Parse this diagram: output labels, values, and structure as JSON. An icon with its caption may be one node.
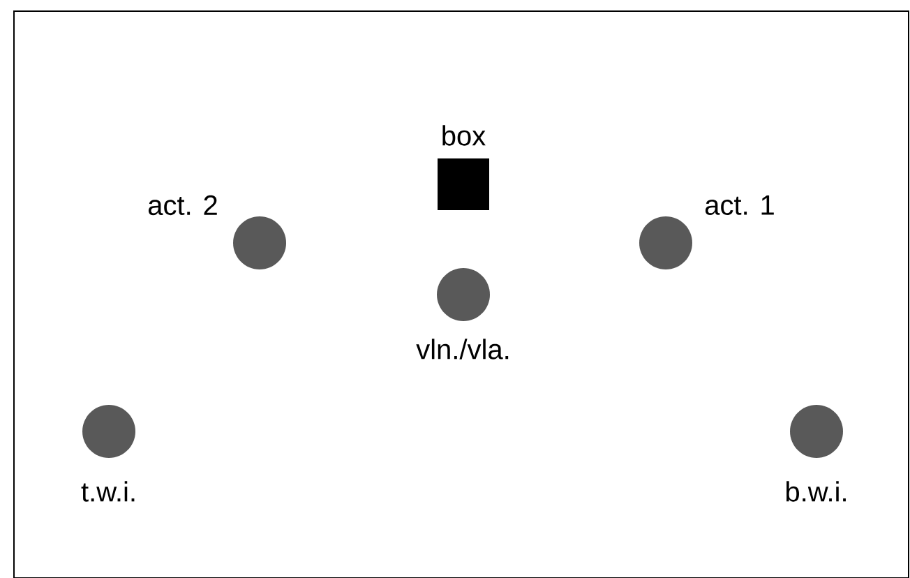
{
  "diagram": {
    "nodes": [
      {
        "text": [],
        "shape": "box",
        "beside": [
          "box"
        ]
      },
      {
        "text": [],
        "shape": "circle",
        "beside": [
          "act. 2"
        ]
      },
      {
        "text": [],
        "shape": "circle",
        "beside": [
          "act. 1"
        ]
      },
      {
        "text": [],
        "shape": "circle",
        "beside": [
          "vln./vla."
        ]
      },
      {
        "text": [],
        "shape": "circle",
        "beside": [
          "t.w.i."
        ]
      },
      {
        "text": [],
        "shape": "circle",
        "beside": [
          "b.w.i."
        ]
      }
    ]
  }
}
